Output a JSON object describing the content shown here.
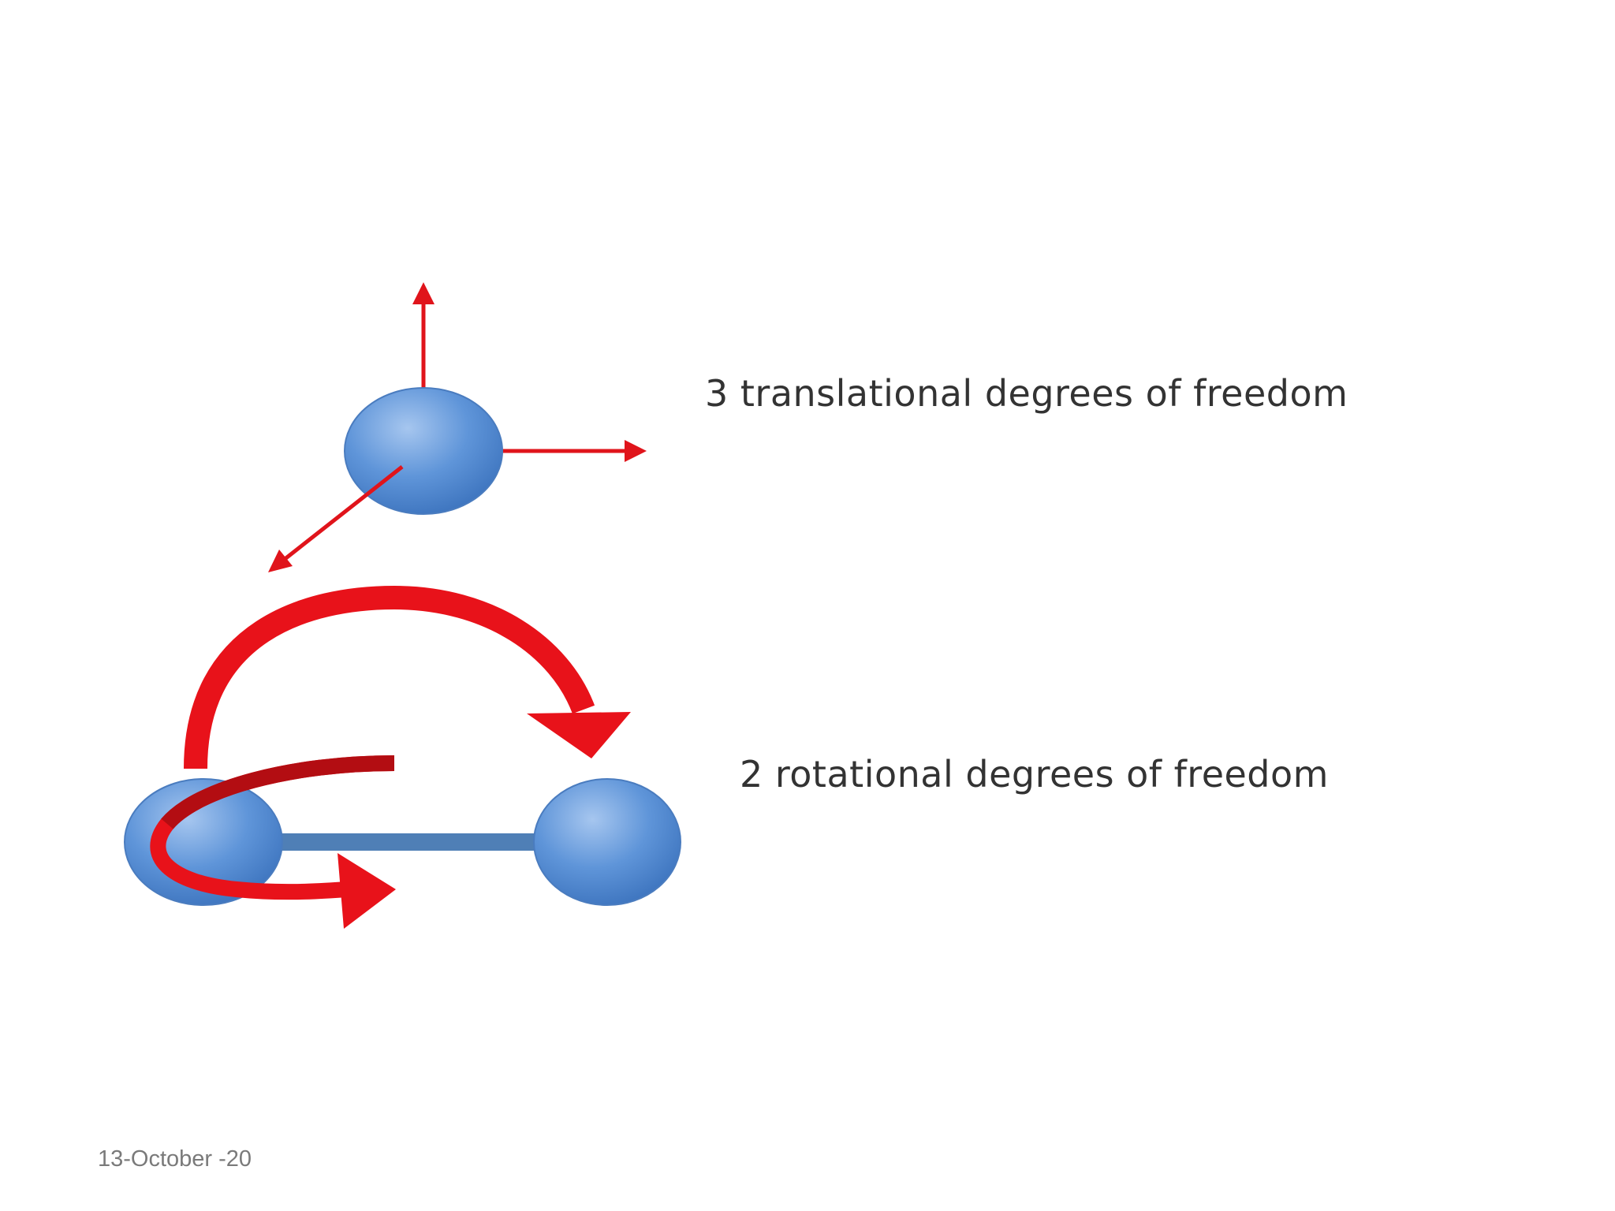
{
  "diagram": {
    "translational_label": "3 translational degrees of freedom",
    "rotational_label": "2 rotational degrees of freedom"
  },
  "footer": {
    "date": "13-October -20"
  },
  "colors": {
    "atom_fill": "#5b93d8",
    "atom_highlight": "#9cc0ec",
    "bond": "#4f7fb6",
    "arrow_red": "#e8121a",
    "arrow_dark_red": "#b30d12",
    "label_text": "#333333",
    "footer_text": "#7a7a7a"
  },
  "icons": [
    "arrow-up-icon",
    "arrow-right-icon",
    "arrow-down-left-icon",
    "curved-arrow-icon",
    "rotation-arrow-icon"
  ]
}
